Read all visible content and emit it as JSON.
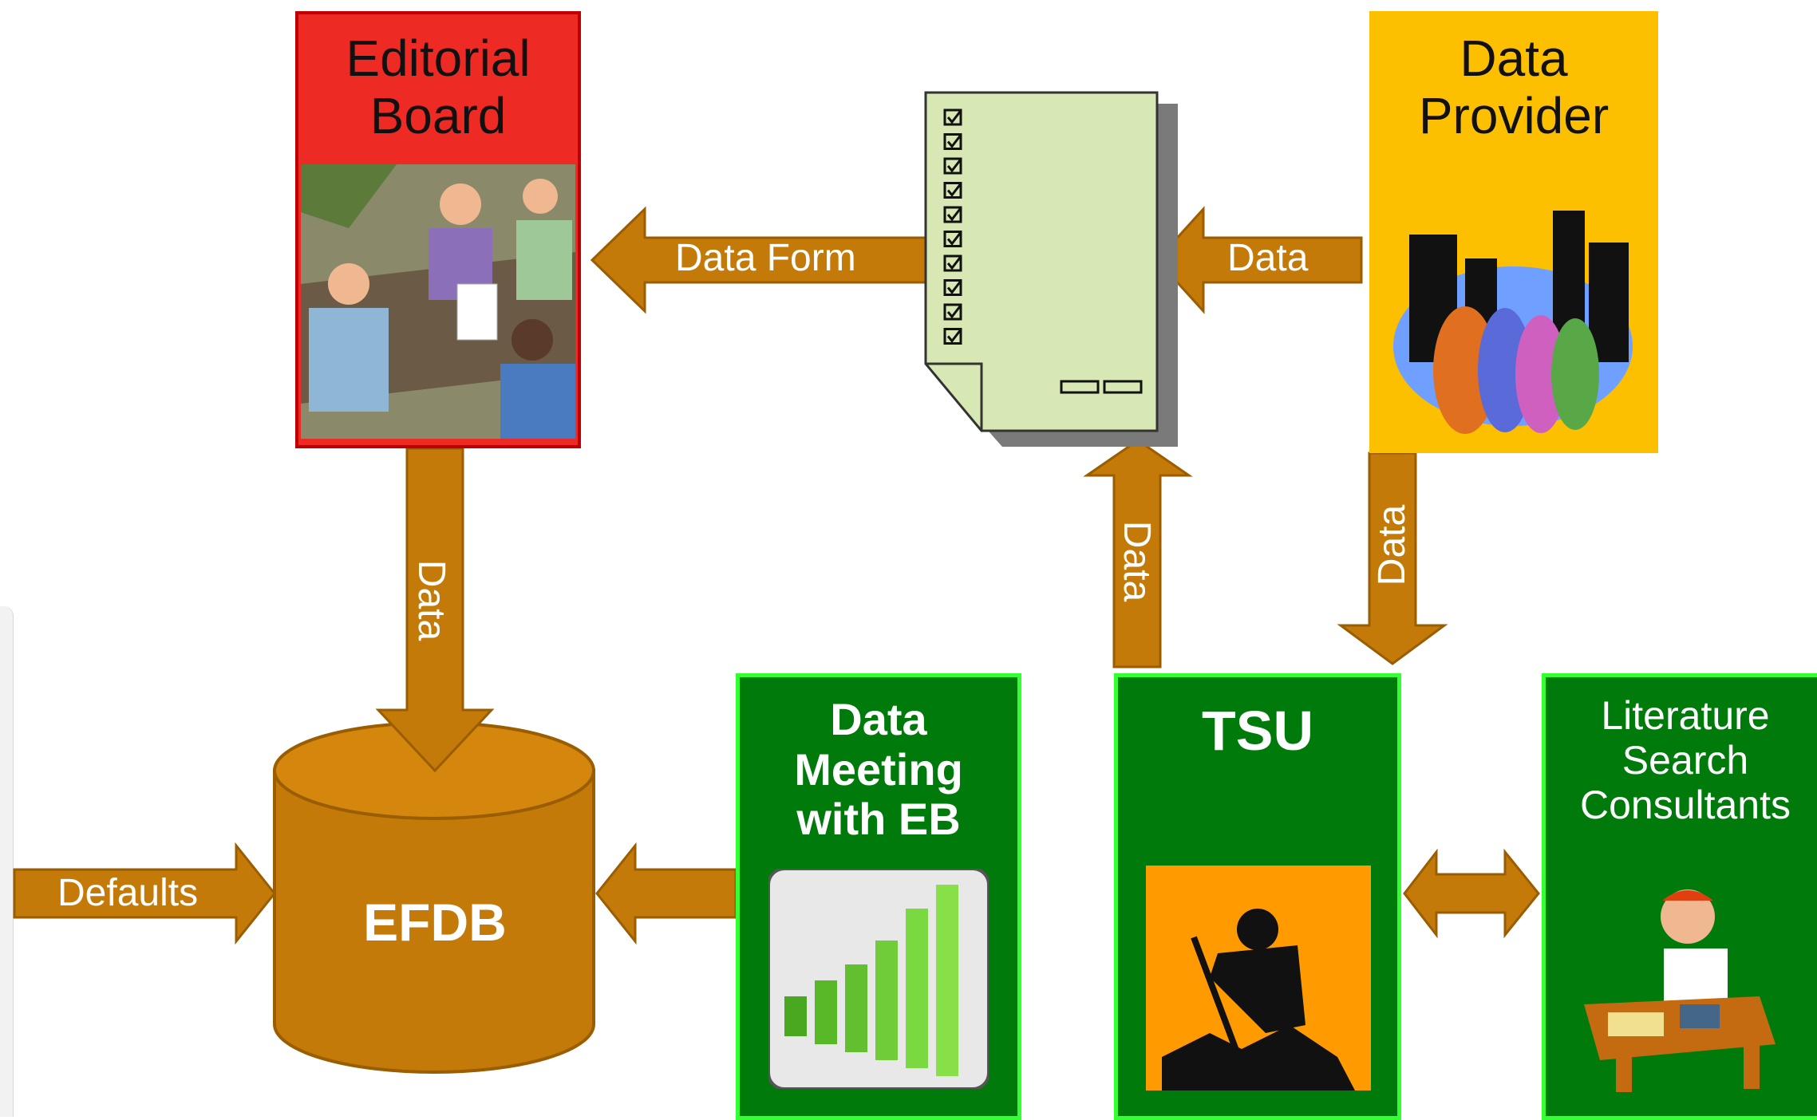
{
  "nodes": {
    "editorial_board": "Editorial\nBoard",
    "data_provider": "Data\nProvider",
    "data_meeting": "Data\nMeeting\nwith EB",
    "tsu": "TSU",
    "literature": "Literature\nSearch\nConsultants",
    "efdb": "EFDB"
  },
  "edges": {
    "data_form": "Data Form",
    "provider_to_form": "Data",
    "board_to_efdb": "Data",
    "tsu_to_form": "Data",
    "provider_to_tsu": "Data",
    "defaults": "Defaults"
  },
  "colors": {
    "arrow": "#c47a09",
    "arrow_border": "#9a5d00",
    "editorial": "#ee2a24",
    "provider": "#fcc000",
    "green": "#007a0a",
    "green_border": "#33ff33",
    "form": "#d8e8b4"
  }
}
